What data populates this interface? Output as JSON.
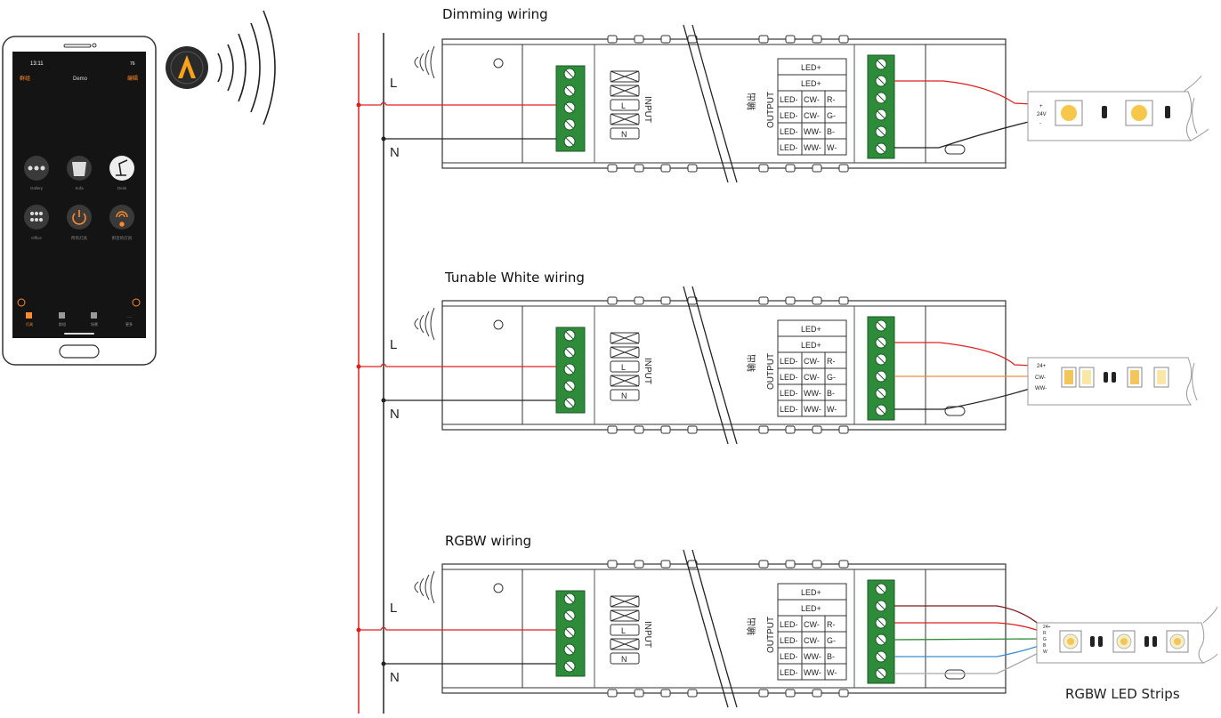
{
  "phone": {
    "status_time": "13:11",
    "battery": "76",
    "nav_left": "群组",
    "nav_title": "Demo",
    "nav_right": "编辑",
    "tiles": [
      {
        "label": "Gallery",
        "icon": "spots-icon"
      },
      {
        "label": "Sofa",
        "icon": "lamp-shade-icon"
      },
      {
        "label": "Desk",
        "icon": "desk-lamp-icon"
      },
      {
        "label": "Office",
        "icon": "office-lights-icon"
      },
      {
        "label": "所有灯具",
        "icon": "power-icon"
      },
      {
        "label": "附近的灯具",
        "icon": "nearby-icon"
      }
    ],
    "tabs": [
      "灯具",
      "群组",
      "场景",
      "更多"
    ]
  },
  "sections": [
    {
      "title": "Dimming wiring"
    },
    {
      "title": "Tunable White wiring"
    },
    {
      "title": "RGBW wiring"
    }
  ],
  "mains": {
    "L": "L",
    "N": "N"
  },
  "input": {
    "title": "INPUT",
    "L": "L",
    "N": "N"
  },
  "output": {
    "title_cn": "输出",
    "title_en": "OUTPUT",
    "rows": [
      [
        "LED+"
      ],
      [
        "LED+"
      ],
      [
        "LED-",
        "CW-",
        "R-"
      ],
      [
        "LED-",
        "CW-",
        "G-"
      ],
      [
        "LED-",
        "WW-",
        "B-"
      ],
      [
        "LED-",
        "WW-",
        "W-"
      ]
    ]
  },
  "strips": {
    "dimming": {
      "plus": "+",
      "minus": "-",
      "voltage": "24V"
    },
    "tunable": {
      "p24": "24+",
      "cw": "CW-",
      "ww": "WW-"
    },
    "rgbw": {
      "pins": [
        "24+",
        "R",
        "G",
        "B",
        "W"
      ],
      "caption": "RGBW LED Strips"
    }
  },
  "colors": {
    "live": "#e02020",
    "neutral": "#222222",
    "terminal": "#2e8b3a",
    "cw_wire": "#f08a3c",
    "rgbw_r": "#7a1a1a",
    "rgbw_g": "#2e8b3a",
    "rgbw_b": "#3a8fd8",
    "rgbw_w": "#aaaaaa",
    "app_accent": "#ff8a2a"
  }
}
